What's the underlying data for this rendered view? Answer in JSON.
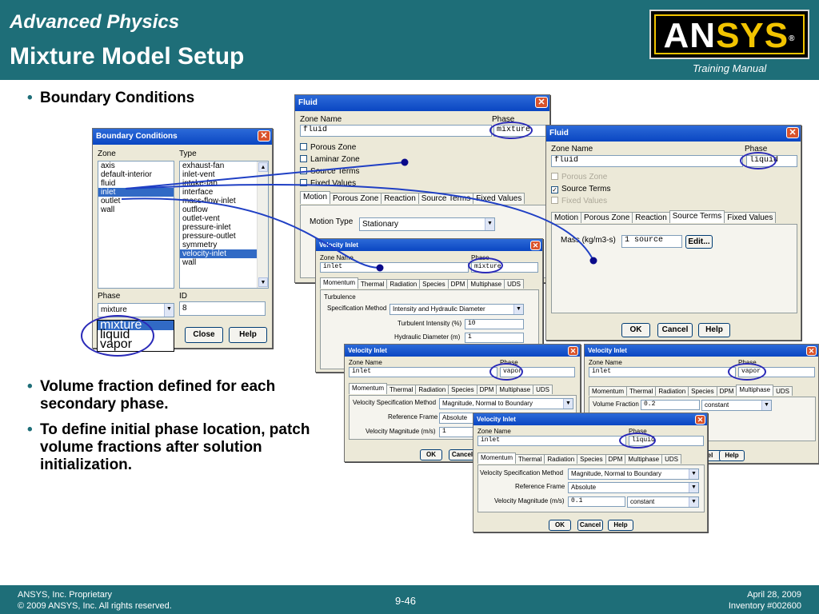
{
  "header": {
    "course": "Advanced Physics",
    "title": "Mixture Model Setup",
    "logo": "ANSYS",
    "training": "Training Manual"
  },
  "bullets": {
    "b1": "Boundary Conditions",
    "b2": "Volume fraction defined for each secondary phase.",
    "b3": "To define initial phase location, patch volume fractions after solution initialization."
  },
  "footer": {
    "company": "ANSYS, Inc. Proprietary",
    "copyright": "© 2009 ANSYS, Inc.  All rights reserved.",
    "page": "9-46",
    "date": "April 28, 2009",
    "inventory": "Inventory #002600"
  },
  "bc": {
    "title": "Boundary Conditions",
    "zone_label": "Zone",
    "type_label": "Type",
    "zones": [
      "axis",
      "default-interior",
      "fluid",
      "inlet",
      "outlet",
      "wall"
    ],
    "types": [
      "exhaust-fan",
      "inlet-vent",
      "intake-fan",
      "interface",
      "mass-flow-inlet",
      "outflow",
      "outlet-vent",
      "pressure-inlet",
      "pressure-outlet",
      "symmetry",
      "velocity-inlet",
      "wall"
    ],
    "phase_label": "Phase",
    "phase_value": "mixture",
    "id_label": "ID",
    "id_value": "8",
    "phase_options": [
      "mixture",
      "liquid",
      "vapor"
    ],
    "close": "Close",
    "help": "Help"
  },
  "fluid_mix": {
    "title": "Fluid",
    "zone_name_label": "Zone Name",
    "zone_name": "fluid",
    "phase_label": "Phase",
    "phase": "mixture",
    "checks": [
      "Porous Zone",
      "Laminar Zone",
      "Source Terms",
      "Fixed Values"
    ],
    "tabs": [
      "Motion",
      "Porous Zone",
      "Reaction",
      "Source Terms",
      "Fixed Values"
    ],
    "motion_type_label": "Motion Type",
    "motion_type": "Stationary"
  },
  "fluid_liq": {
    "title": "Fluid",
    "zone_name_label": "Zone Name",
    "zone_name": "fluid",
    "phase_label": "Phase",
    "phase": "liquid",
    "checks": [
      "Porous Zone",
      "Source Terms",
      "Fixed Values"
    ],
    "tabs": [
      "Motion",
      "Porous Zone",
      "Reaction",
      "Source Terms",
      "Fixed Values"
    ],
    "mass_label": "Mass (kg/m3-s)",
    "mass_value": "1 source",
    "edit": "Edit...",
    "ok": "OK",
    "cancel": "Cancel",
    "help": "Help"
  },
  "vi_mix": {
    "title": "Velocity Inlet",
    "zone_name_label": "Zone Name",
    "zone_name": "inlet",
    "phase_label": "Phase",
    "phase": "mixture",
    "tabs": [
      "Momentum",
      "Thermal",
      "Radiation",
      "Species",
      "DPM",
      "Multiphase",
      "UDS"
    ],
    "turbulence": "Turbulence",
    "spec_label": "Specification Method",
    "spec_value": "Intensity and Hydraulic Diameter",
    "ti_label": "Turbulent Intensity (%)",
    "ti_value": "10",
    "hd_label": "Hydraulic Diameter (m)",
    "hd_value": "1"
  },
  "vi_vap_mom": {
    "title": "Velocity Inlet",
    "zone_name_label": "Zone Name",
    "zone_name": "inlet",
    "phase_label": "Phase",
    "phase": "vapor",
    "tabs": [
      "Momentum",
      "Thermal",
      "Radiation",
      "Species",
      "DPM",
      "Multiphase",
      "UDS"
    ],
    "vsm_label": "Velocity Specification Method",
    "vsm_value": "Magnitude, Normal to Boundary",
    "rf_label": "Reference Frame",
    "rf_value": "Absolute",
    "vm_label": "Velocity Magnitude (m/s)",
    "vm_value": "1",
    "ok": "OK",
    "cancel": "Cancel"
  },
  "vi_vap_mp": {
    "title": "Velocity Inlet",
    "zone_name_label": "Zone Name",
    "zone_name": "inlet",
    "phase_label": "Phase",
    "phase": "vapor",
    "tabs": [
      "Momentum",
      "Thermal",
      "Radiation",
      "Species",
      "DPM",
      "Multiphase",
      "UDS"
    ],
    "vf_label": "Volume Fraction",
    "vf_value": "0.2",
    "vf_method": "constant",
    "cancel_partial": "el",
    "help": "Help"
  },
  "vi_liq": {
    "title": "Velocity Inlet",
    "zone_name_label": "Zone Name",
    "zone_name": "inlet",
    "phase_label": "Phase",
    "phase": "liquid",
    "tabs": [
      "Momentum",
      "Thermal",
      "Radiation",
      "Species",
      "DPM",
      "Multiphase",
      "UDS"
    ],
    "vsm_label": "Velocity Specification Method",
    "vsm_value": "Magnitude, Normal to Boundary",
    "rf_label": "Reference Frame",
    "rf_value": "Absolute",
    "vm_label": "Velocity Magnitude (m/s)",
    "vm_value": "0.1",
    "vm_method": "constant",
    "ok": "OK",
    "cancel": "Cancel",
    "help": "Help"
  },
  "colors": {
    "header": "#1e6e78",
    "titlebar": "#0a46c2",
    "dialog": "#ece9d8",
    "ring": "#2a2ab8",
    "connector": "#1f3fc4"
  }
}
